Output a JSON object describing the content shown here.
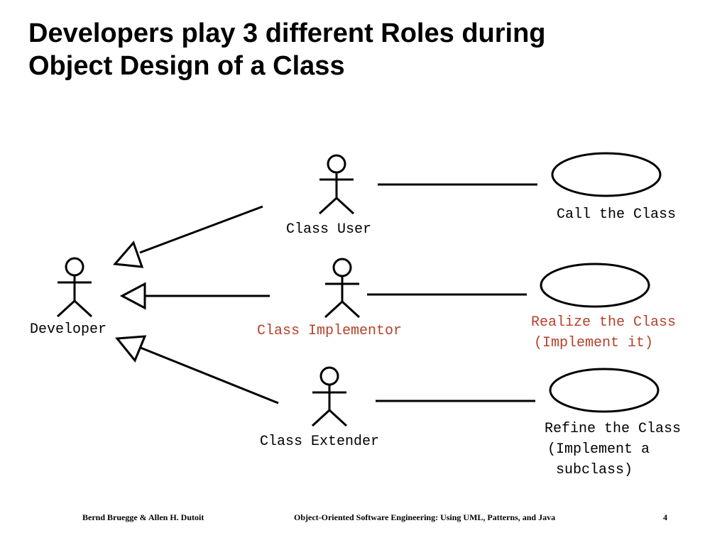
{
  "slide": {
    "title_lines": [
      "Developers play 3 different Roles during",
      "Object Design of a Class"
    ]
  },
  "colors": {
    "text": "#000000",
    "highlight": "#b5412a",
    "line": "#000000"
  },
  "diagram": {
    "type": "uml-use-case",
    "actors": {
      "developer": "Developer",
      "class_user": "Class User",
      "class_implementor": "Class Implementor",
      "class_extender": "Class Extender"
    },
    "use_cases": {
      "call": [
        "Call the Class"
      ],
      "realize": [
        "Realize the Class",
        "(Implement it)"
      ],
      "refine": [
        "Refine the Class",
        "(Implement a",
        " subclass)"
      ]
    }
  },
  "footer": {
    "authors": "Bernd Bruegge & Allen H. Dutoit",
    "book": "Object-Oriented Software Engineering: Using UML, Patterns, and Java",
    "page": "4"
  }
}
